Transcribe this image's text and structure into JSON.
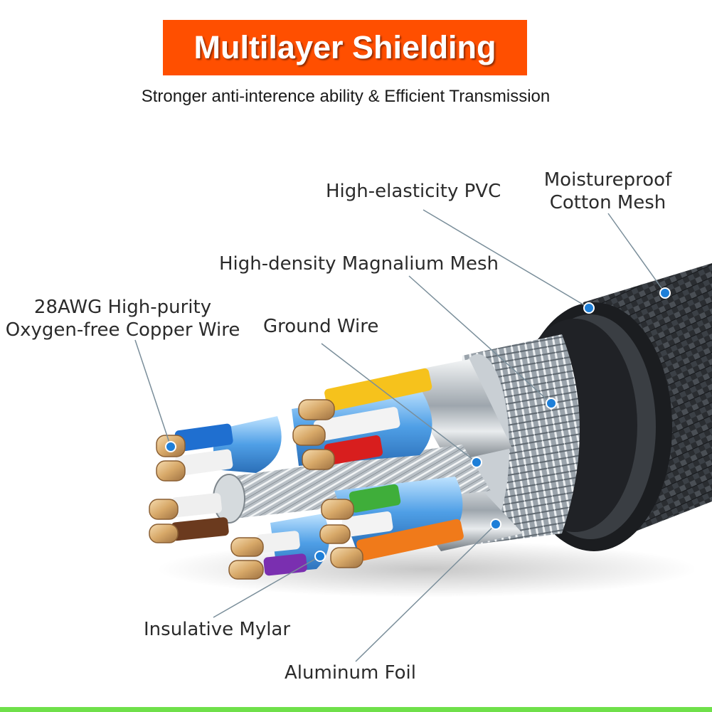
{
  "header": {
    "title": "Multilayer Shielding",
    "subtitle": "Stronger anti-interence ability & Efficient Transmission"
  },
  "labels": {
    "pvc": "High-elasticity PVC",
    "cotton_line1": "Moistureproof",
    "cotton_line2": "Cotton Mesh",
    "magnalium": "High-density Magnalium Mesh",
    "copper_line1": "28AWG High-purity",
    "copper_line2": "Oxygen-free Copper Wire",
    "ground": "Ground Wire",
    "mylar": "Insulative Mylar",
    "foil": "Aluminum Foil"
  },
  "colors": {
    "banner": "#ff4f00",
    "marker": "#1e7fd8",
    "leader": "#7a8e9a",
    "bottom_bar": "#6fe04a",
    "wire_blue": "#1f6fd0",
    "wire_yellow": "#f6c21c",
    "wire_red": "#d81e1e",
    "wire_green": "#3fae3a",
    "wire_orange": "#f07a1a",
    "wire_brown": "#6b3a1e",
    "wire_purple": "#7a2fb0"
  }
}
